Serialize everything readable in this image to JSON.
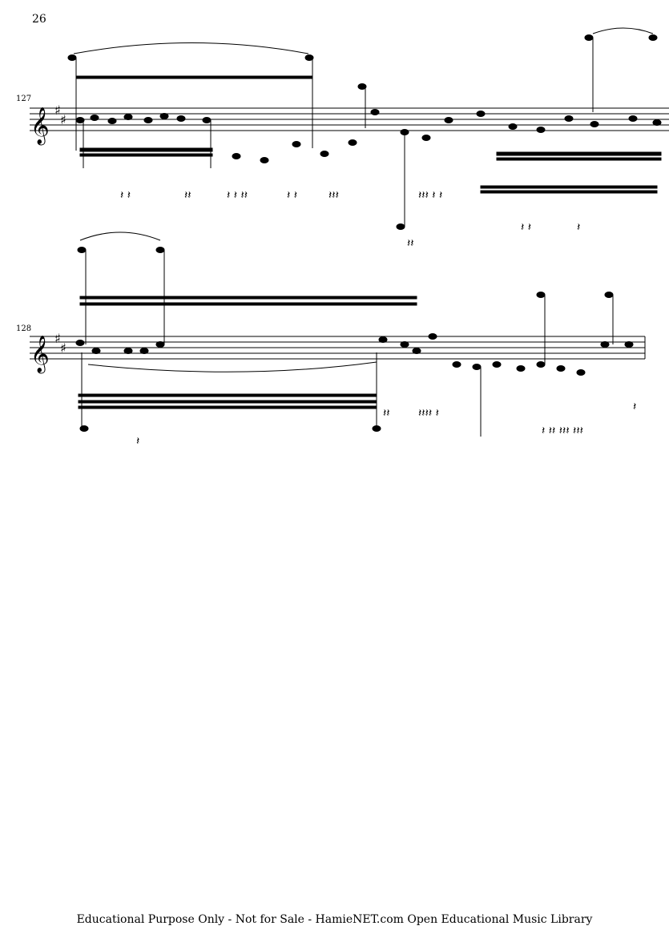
{
  "page": {
    "number": "26",
    "footer": "Educational Purpose Only - Not for Sale - HamieNET.com Open Educational Music Library"
  },
  "systems": [
    {
      "measure_number": "127",
      "clef": "treble",
      "key_signature": "2 sharps"
    },
    {
      "measure_number": "128",
      "clef": "treble",
      "key_signature": "2 sharps"
    }
  ]
}
